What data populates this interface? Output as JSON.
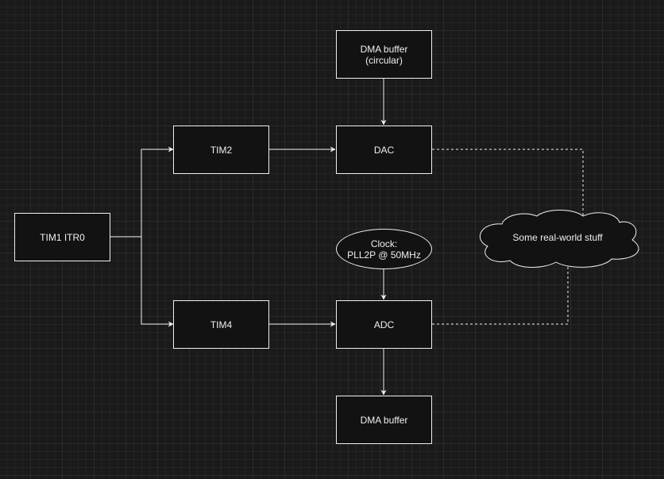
{
  "diagram": {
    "nodes": {
      "tim1": "TIM1 ITR0",
      "tim2": "TIM2",
      "tim4": "TIM4",
      "dac": "DAC",
      "adc": "ADC",
      "dma_in": "DMA buffer\n(circular)",
      "dma_out": "DMA buffer",
      "clock": "Clock:\nPLL2P @ 50MHz",
      "cloud": "Some real-world stuff"
    },
    "edges": [
      {
        "from": "tim1",
        "to": "tim2",
        "style": "solid"
      },
      {
        "from": "tim1",
        "to": "tim4",
        "style": "solid"
      },
      {
        "from": "tim2",
        "to": "dac",
        "style": "solid"
      },
      {
        "from": "tim4",
        "to": "adc",
        "style": "solid"
      },
      {
        "from": "dma_in",
        "to": "dac",
        "style": "solid"
      },
      {
        "from": "clock",
        "to": "adc",
        "style": "solid"
      },
      {
        "from": "adc",
        "to": "dma_out",
        "style": "solid"
      },
      {
        "from": "dac",
        "to": "cloud",
        "style": "dashed"
      },
      {
        "from": "adc",
        "to": "cloud",
        "style": "dashed"
      }
    ]
  },
  "colors": {
    "background": "#1a1a1a",
    "stroke": "#f0f0f0",
    "node_fill": "#121212"
  }
}
